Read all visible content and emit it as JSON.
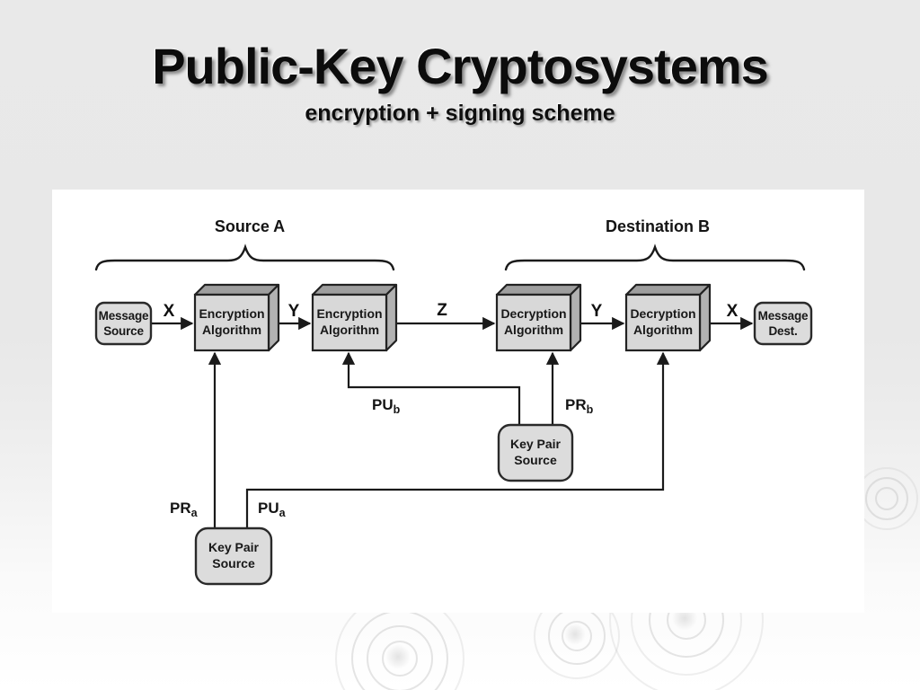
{
  "slide": {
    "title": "Public-Key Cryptosystems",
    "subtitle": "encryption + signing scheme"
  },
  "diagram": {
    "groups": {
      "source": "Source A",
      "destination": "Destination B"
    },
    "nodes": [
      {
        "id": "message-source",
        "line1": "Message",
        "line2": "Source"
      },
      {
        "id": "encryption-algorithm-1",
        "line1": "Encryption",
        "line2": "Algorithm"
      },
      {
        "id": "encryption-algorithm-2",
        "line1": "Encryption",
        "line2": "Algorithm"
      },
      {
        "id": "decryption-algorithm-1",
        "line1": "Decryption",
        "line2": "Algorithm"
      },
      {
        "id": "decryption-algorithm-2",
        "line1": "Decryption",
        "line2": "Algorithm"
      },
      {
        "id": "key-pair-source-b",
        "line1": "Key Pair",
        "line2": "Source"
      },
      {
        "id": "key-pair-source-a",
        "line1": "Key Pair",
        "line2": "Source"
      },
      {
        "id": "message-dest",
        "line1": "Message",
        "line2": "Dest."
      }
    ],
    "flow_labels": {
      "x_in": "X",
      "y_sign": "Y",
      "z": "Z",
      "y_out": "Y",
      "x_out": "X"
    },
    "key_labels": {
      "pu_b": {
        "base": "PU",
        "sub": "b"
      },
      "pr_b": {
        "base": "PR",
        "sub": "b"
      },
      "pr_a": {
        "base": "PR",
        "sub": "a"
      },
      "pu_a": {
        "base": "PU",
        "sub": "a"
      }
    },
    "colors": {
      "box_fill": "#d8d8d8",
      "box_top": "#9e9e9e",
      "box_side": "#b2b2b2",
      "line": "#1a1a1a",
      "panel_bg": "#ffffff",
      "slide_bg": "#e9e9e9"
    }
  }
}
